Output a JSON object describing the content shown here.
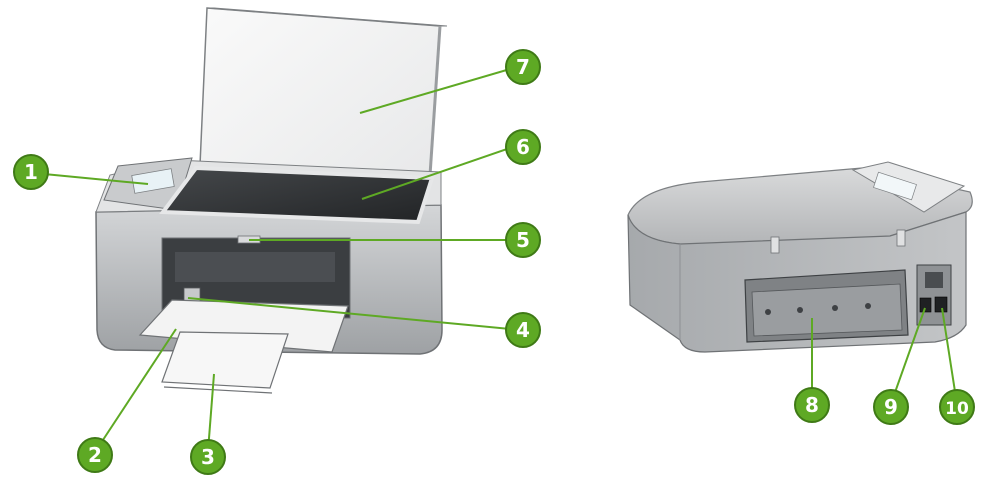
{
  "colors": {
    "callout_fill": "#5ea924",
    "callout_stroke": "#3f7a16",
    "callout_text": "#ffffff",
    "leader_line": "#5ea924",
    "printer_body": "#b9bbbd",
    "printer_dark": "#6f7275",
    "glass": "#2f3133"
  },
  "callouts": [
    {
      "id": "1",
      "label": "1"
    },
    {
      "id": "2",
      "label": "2"
    },
    {
      "id": "3",
      "label": "3"
    },
    {
      "id": "4",
      "label": "4"
    },
    {
      "id": "5",
      "label": "5"
    },
    {
      "id": "6",
      "label": "6"
    },
    {
      "id": "7",
      "label": "7"
    },
    {
      "id": "8",
      "label": "8"
    },
    {
      "id": "9",
      "label": "9"
    },
    {
      "id": "10",
      "label": "10"
    }
  ]
}
